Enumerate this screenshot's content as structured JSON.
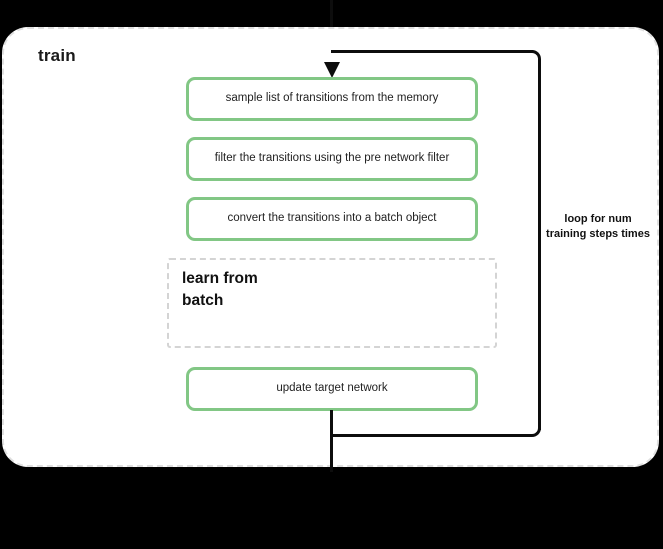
{
  "diagram": {
    "type": "flowchart",
    "scope": {
      "title": "train",
      "border_style": "dashed",
      "border_color": "#e0e0e0"
    },
    "accent_color": "#82c785",
    "line_color": "#0d0d0d",
    "steps": [
      {
        "id": "sample",
        "label": "sample list of transitions from the memory"
      },
      {
        "id": "filter",
        "label": "filter the transitions using the pre network filter"
      },
      {
        "id": "convert",
        "label": "convert the transitions into a batch object"
      },
      {
        "id": "update",
        "label": "update target network"
      }
    ],
    "subgroup": {
      "id": "learn-from-batch",
      "title": "learn from batch",
      "border_style": "dashed",
      "border_color": "#d4d4d4"
    },
    "loop": {
      "label": "loop for num training steps times"
    },
    "connectors": {
      "entry_arrow": "arrow-down-icon",
      "loop_path": "loop-back-path",
      "exit_line": "exit-line"
    }
  }
}
